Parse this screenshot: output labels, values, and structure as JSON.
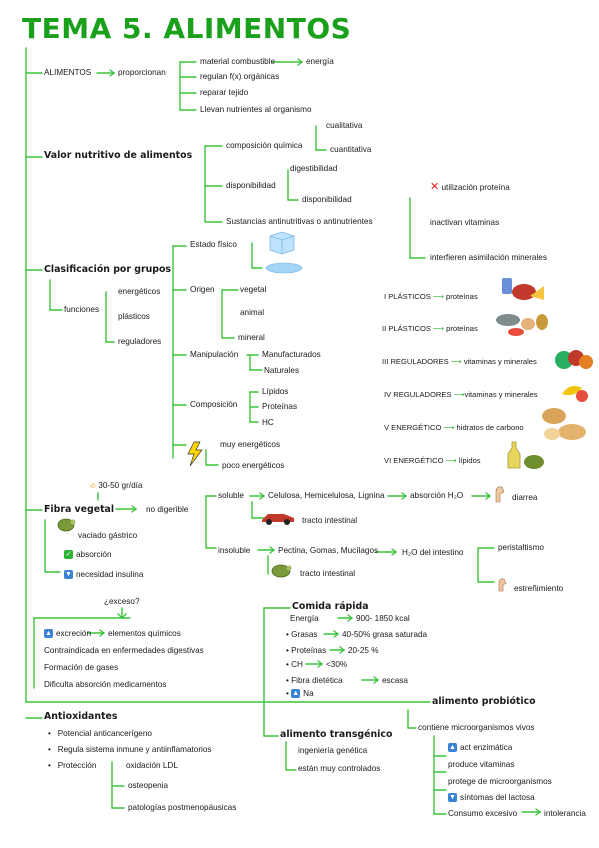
{
  "title": "TEMA 5. ALIMENTOS",
  "alimentos": {
    "head": "ALIMENTOS",
    "verb": "proporcionan",
    "items": [
      "material combustible",
      "regulan f(x) orgánicas",
      "reparar tejido",
      "Llevan nutrientes al organismo"
    ],
    "energia": "energía"
  },
  "valor": {
    "head": "Valor nutritivo de alimentos",
    "composicion": "composición química",
    "cualitativa": "cualitativa",
    "cuantitativa": "cuantitativa",
    "disponibilidad": "disponibilidad",
    "digestibilidad": "digestibilidad",
    "disponibilidad2": "disponibilidad",
    "sustancias": "Sustancias antinutritivas o antinutrientes",
    "efectos": [
      "utilización proteína",
      "inactivan vitaminas",
      "interfieren asimilación minerales"
    ]
  },
  "clasificacion": {
    "head": "Clasificación por grupos",
    "funciones": "funciones",
    "funciones_items": [
      "energéticos",
      "plásticos",
      "reguladores"
    ],
    "estado": "Estado físico",
    "origen": "Origen",
    "origen_items": [
      "vegetal",
      "animal",
      "mineral"
    ],
    "manipulacion": "Manipulación",
    "manipulacion_items": [
      "Manufacturados",
      "Naturales"
    ],
    "composicion": "Composición",
    "composicion_items": [
      "Lípidos",
      "Proteínas",
      "HC"
    ],
    "energia_items": [
      "muy energéticos",
      "poco energéticos"
    ],
    "grupos": [
      {
        "label": "I PLÁSTICOS",
        "value": "proteínas"
      },
      {
        "label": "II PLÁSTICOS",
        "value": "proteínas"
      },
      {
        "label": "III REGULADORES",
        "value": "vitaminas y minerales"
      },
      {
        "label": "IV REGULADORES",
        "value": "vitaminas y minerales"
      },
      {
        "label": "V ENERGÉTICO",
        "value": "hidratos de carbono"
      },
      {
        "label": "VI ENERGÉTICO",
        "value": "lípidos"
      }
    ]
  },
  "fibra": {
    "head": "Fibra vegetal",
    "dosis": "30-50 gr/día",
    "no_digerible": "no digerible",
    "vaciado": "vaciado gástrico",
    "absorcion": "absorción",
    "insulina": "necesidad insulina",
    "soluble": "soluble",
    "soluble_items": "Celulosa, Hemicelulosa, Lignina",
    "absorcion_h2o": "absorción H₂O",
    "diarrea": "diarrea",
    "tracto1": "tracto intestinal",
    "insoluble": "insoluble",
    "insoluble_items": "Pectina, Gomas, Mucílagos",
    "h2o_intestino": "H₂O del intestino",
    "peristaltismo": "peristaltismo",
    "estrenimiento": "estreñimiento",
    "tracto2": "tracto intestinal"
  },
  "exceso": {
    "question": "¿exceso?",
    "excrecion": "excreción",
    "elementos": "elementos químicos",
    "items": [
      "Contraindicada en enfermedades digestivas",
      "Formación de gases",
      "Dificulta absorción medicamentos"
    ]
  },
  "comida": {
    "head": "Comida rápida",
    "energia_label": "Energía",
    "energia_value": "900- 1850 kcal",
    "grasas_label": "• Grasas",
    "grasas_value": "40-50% grasa saturada",
    "proteinas_label": "• Proteínas",
    "proteinas_value": "20-25 %",
    "ch_label": "• CH",
    "ch_value": "<30%",
    "fibra_label": "• Fibra dietética",
    "fibra_value": "escasa",
    "na_label": "Na"
  },
  "antioxidantes": {
    "head": "Antioxidantes",
    "items": [
      "Potencial anticancerígeno",
      "Regula sistema inmune y antiinflamatorios",
      "Protección"
    ],
    "proteccion_items": [
      "oxidación LDL",
      "osteopenia",
      "patologías postmenopáusicas"
    ]
  },
  "transgenico": {
    "head": "alimento transgénico",
    "items": [
      "ingeniería genética",
      "están muy controlados"
    ]
  },
  "probiotico": {
    "head": "alimento probiótico",
    "contiene": "contiene microorganismos vivos",
    "items": [
      "act enzimática",
      "produce vitaminas",
      "protege de microorganismos",
      "síntomas del lactosa"
    ],
    "consumo": "Consumo excesivo",
    "intolerancia": "intolerancia"
  },
  "colors": {
    "accent": "#1aa01a",
    "line": "#3cc43c",
    "blue": "#3a82d6"
  },
  "icons": [
    "cross-icon",
    "ice-cube-icon",
    "water-puddle-icon",
    "lightning-icon",
    "fire-icon",
    "turtle-icon",
    "check-icon",
    "down-arrow-icon",
    "up-arrow-icon",
    "race-car-icon",
    "muscle-arm-icon",
    "meat-cheese-icon",
    "fish-eggs-icon",
    "vegetables-icon",
    "fruits-icon",
    "bread-icon",
    "oil-icon"
  ]
}
